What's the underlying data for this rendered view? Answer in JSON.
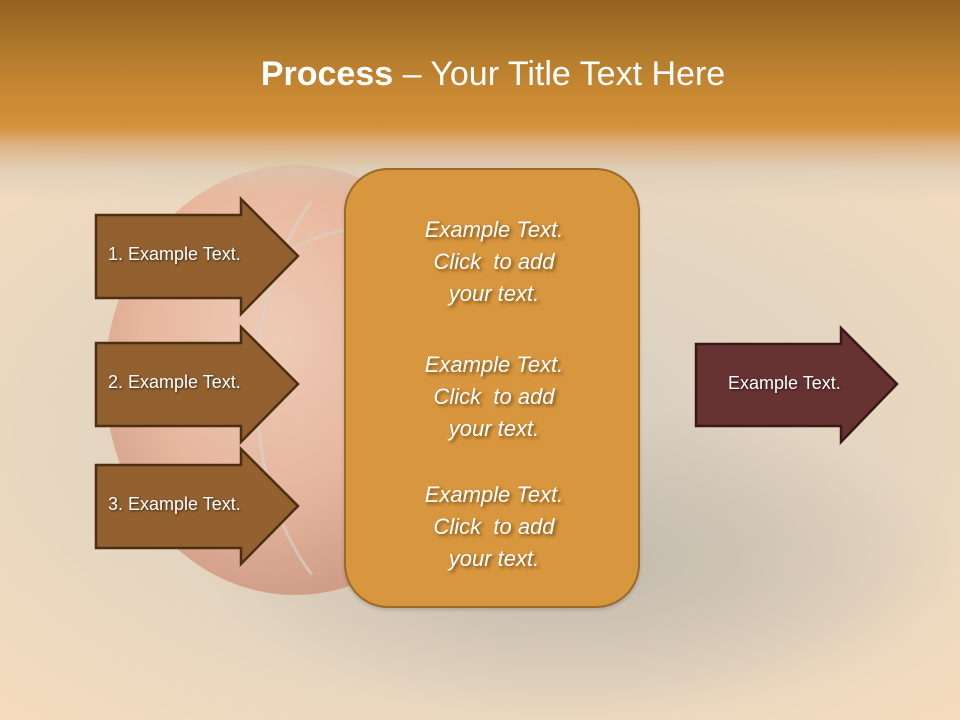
{
  "slide": {
    "title_bold": "Process",
    "title_rest": " – Your Title Text Here",
    "colors": {
      "header_top": "#93601f",
      "header_bottom": "#d59038",
      "left_arrow_fill": "#93602f",
      "left_arrow_stroke": "#4a2f14",
      "center_box_fill": "#d8963e",
      "center_box_stroke": "#9a6a2a",
      "right_arrow_fill": "#673232",
      "right_arrow_stroke": "#3a1818",
      "text": "#ffffff"
    },
    "background_image": "basketball-on-court"
  },
  "left_arrows": [
    {
      "label": "1. Example Text.",
      "icon": "arrow-right-shape"
    },
    {
      "label": "2. Example Text.",
      "icon": "arrow-right-shape"
    },
    {
      "label": "3. Example Text.",
      "icon": "arrow-right-shape"
    }
  ],
  "center_box": {
    "blocks": [
      {
        "line1": "Example Text.",
        "line2": "Click  to add",
        "line3": "your text."
      },
      {
        "line1": "Example Text.",
        "line2": "Click  to add",
        "line3": "your text."
      },
      {
        "line1": "Example Text.",
        "line2": "Click  to add",
        "line3": "your text."
      }
    ]
  },
  "right_arrow": {
    "label": "Example Text.",
    "icon": "arrow-right-shape"
  }
}
